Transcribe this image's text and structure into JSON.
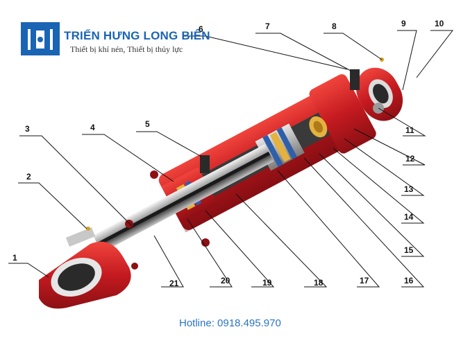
{
  "brand": {
    "name": "TRIỂN HƯNG LONG BIÊN",
    "tagline": "Thiết bị khí nén, Thiết bị thủy lực",
    "colors": {
      "logo": "#1a64b4",
      "cylinder": "#d61f26"
    }
  },
  "hotline": "Hotline: 0918.495.970",
  "callouts": [
    "1",
    "2",
    "3",
    "4",
    "5",
    "6",
    "7",
    "8",
    "9",
    "10",
    "11",
    "12",
    "13",
    "14",
    "15",
    "16",
    "17",
    "18",
    "19",
    "20",
    "21"
  ]
}
